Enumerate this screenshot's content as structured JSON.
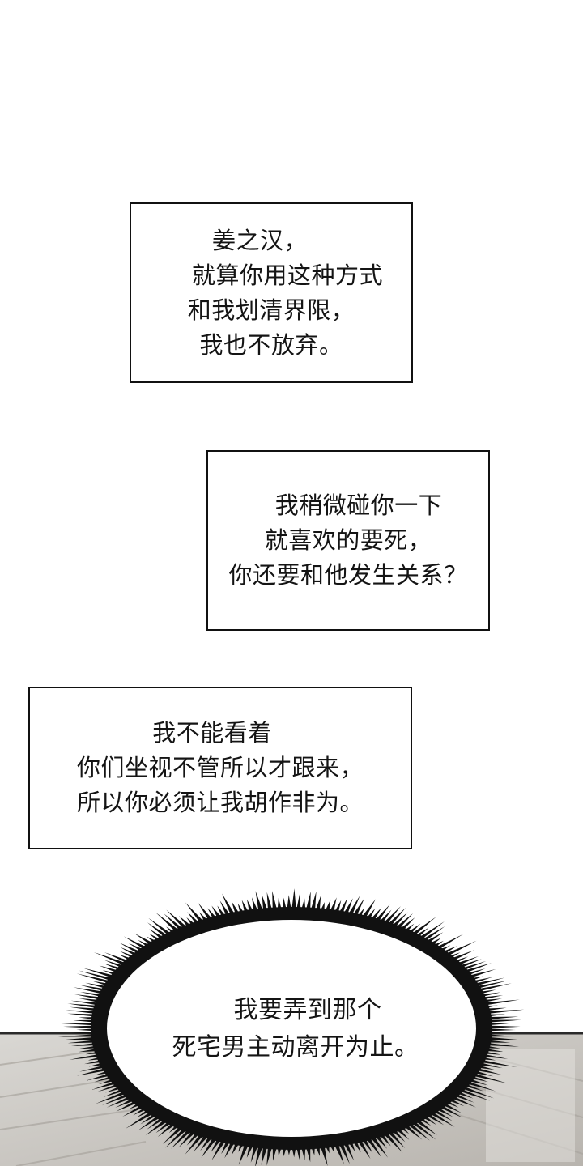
{
  "bubble_1": {
    "lines": [
      "姜之汉，",
      "就算你用这种方式",
      "和我划清界限，",
      "我也不放弃。"
    ]
  },
  "bubble_2": {
    "lines": [
      "我稍微碰你一下",
      "就喜欢的要死，",
      "你还要和他发生关系？"
    ]
  },
  "bubble_3": {
    "lines": [
      "我不能看着",
      "你们坐视不管所以才跟来，",
      "所以你必须让我胡作非为。"
    ]
  },
  "thought_burst": {
    "lines": [
      "我要弄到那个",
      "死宅男主动离开为止。"
    ]
  }
}
